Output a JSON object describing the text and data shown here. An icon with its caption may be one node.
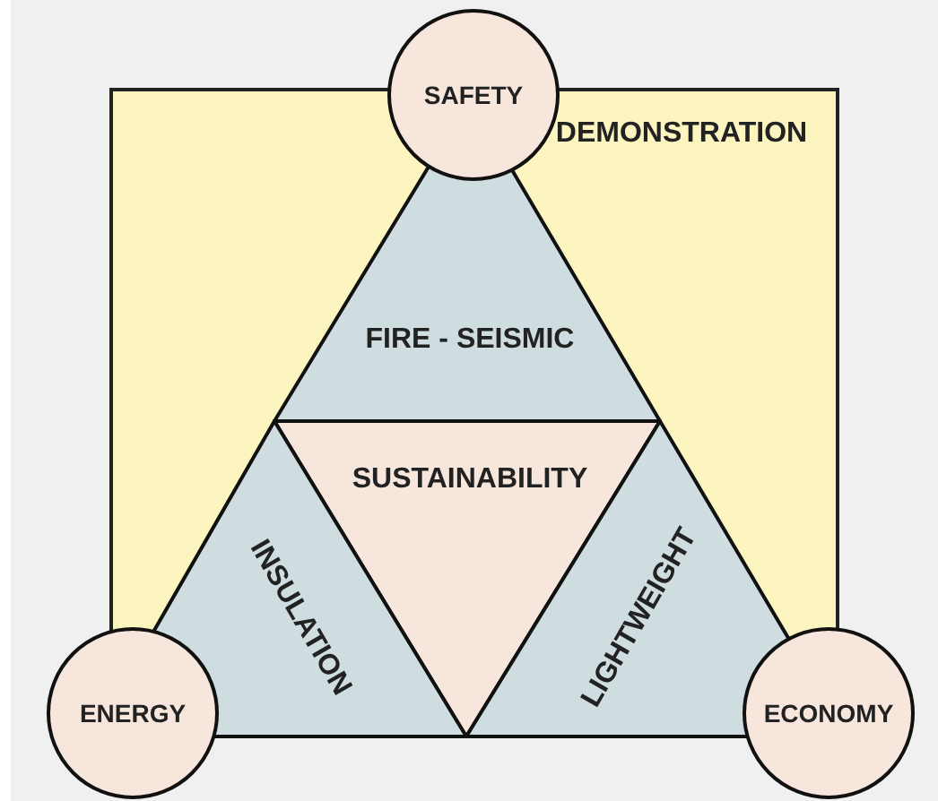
{
  "diagram": {
    "nodes": [
      {
        "text": [
          "DEMONSTRATION"
        ]
      },
      {
        "text": [
          "SAFETY"
        ]
      },
      {
        "text": [
          "FIRE - SEISMIC"
        ],
        "in": 0
      },
      {
        "text": [
          "SUSTAINABILITY"
        ],
        "in": 0
      },
      {
        "text": [
          "INSULATION"
        ],
        "in": 0
      },
      {
        "text": [
          "LIGHTWEIGHT"
        ],
        "in": 0
      },
      {
        "text": [
          "ENERGY"
        ]
      },
      {
        "text": [
          "ECONOMY"
        ]
      }
    ]
  }
}
